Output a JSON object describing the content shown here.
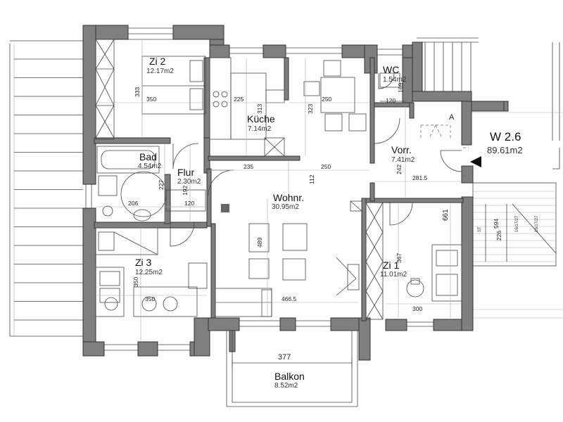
{
  "unit": {
    "name": "W 2.6",
    "area": "89.61m2"
  },
  "rooms": [
    {
      "id": "zi2",
      "name": "Zi 2",
      "area": "12.17m2"
    },
    {
      "id": "kueche",
      "name": "Küche",
      "area": "7.14m2"
    },
    {
      "id": "wc",
      "name": "WC",
      "area": "1.54m2"
    },
    {
      "id": "bad",
      "name": "Bad",
      "area": "4.54m2"
    },
    {
      "id": "flur",
      "name": "Flur",
      "area": "2.30m2"
    },
    {
      "id": "vorr",
      "name": "Vorr.",
      "area": "7.41m2"
    },
    {
      "id": "wohnr",
      "name": "Wohnr.",
      "area": "30.95m2"
    },
    {
      "id": "zi3",
      "name": "Zi 3",
      "area": "12.25m2"
    },
    {
      "id": "zi1",
      "name": "Zi 1",
      "area": "11.01m2"
    },
    {
      "id": "balkon",
      "name": "Balkon",
      "area": "8.52m2"
    }
  ],
  "dimensions": {
    "zi2_depth": "333",
    "zi2_width": "350",
    "kueche_width": "225",
    "kueche_depth": "313",
    "dining_width": "250",
    "dining_depth": "323",
    "wc_depth": "169",
    "wc_width": "120",
    "corridor_left": "235",
    "corridor_right": "250",
    "corridor_depth": "112",
    "vorr_depth": "242",
    "vorr_width": "281.5",
    "bad_depth": "227",
    "bad_width": "206",
    "flur_depth": "192",
    "flur_width": "120",
    "zi3_depth": "350",
    "zi3_width": "350",
    "table_depth": "489",
    "wohnr_width": "466.5",
    "zi1_depth": "367",
    "zi1_width": "300",
    "zi1_side": "661",
    "balkon_width": "377",
    "stair_a": "594",
    "stair_b": "226"
  },
  "stair_labels": {
    "a": "ST",
    "b": "16/17/27"
  },
  "marker": "A"
}
